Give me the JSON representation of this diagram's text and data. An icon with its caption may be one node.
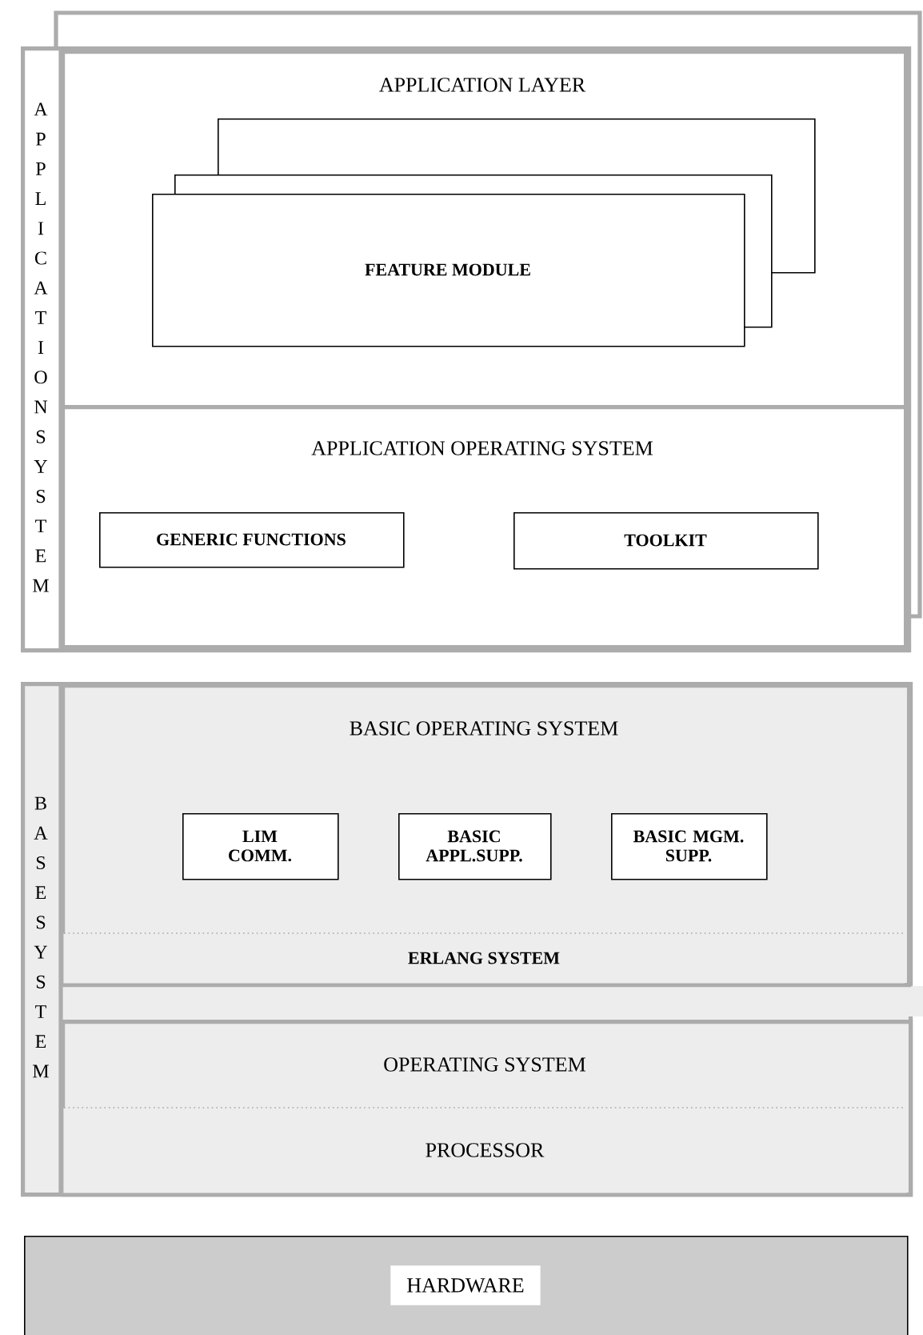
{
  "diagram": {
    "nodes": [
      {
        "text": [
          "APPLICATION SYSTEM"
        ]
      },
      {
        "text": [
          "APPLICATION LAYER"
        ],
        "in": 0
      },
      {
        "text": [],
        "shape": "box",
        "in": 1
      },
      {
        "text": [],
        "shape": "box",
        "in": 1
      },
      {
        "text": [
          "FEATURE MODULE"
        ],
        "in": 1
      },
      {
        "text": [
          "APPLICATION OPERATING SYSTEM"
        ],
        "in": 0
      },
      {
        "text": [
          "GENERIC FUNCTIONS"
        ],
        "in": 5
      },
      {
        "text": [
          "TOOLKIT"
        ],
        "in": 5
      },
      {
        "text": [
          "BASE SYSTEM"
        ]
      },
      {
        "text": [
          "BASIC OPERATING SYSTEM"
        ],
        "in": 8
      },
      {
        "text": [
          "LIM COMM."
        ],
        "in": 9
      },
      {
        "text": [
          "BASIC APPL.SUPP."
        ],
        "in": 9
      },
      {
        "text": [
          "BASIC MGM. SUPP."
        ],
        "in": 9
      },
      {
        "text": [
          "ERLANG SYSTEM"
        ],
        "in": 9
      },
      {
        "text": [
          "OPERATING SYSTEM"
        ],
        "in": 8
      },
      {
        "text": [
          "PROCESSOR"
        ],
        "in": 14
      },
      {
        "text": [
          "HARDWARE"
        ]
      }
    ]
  }
}
